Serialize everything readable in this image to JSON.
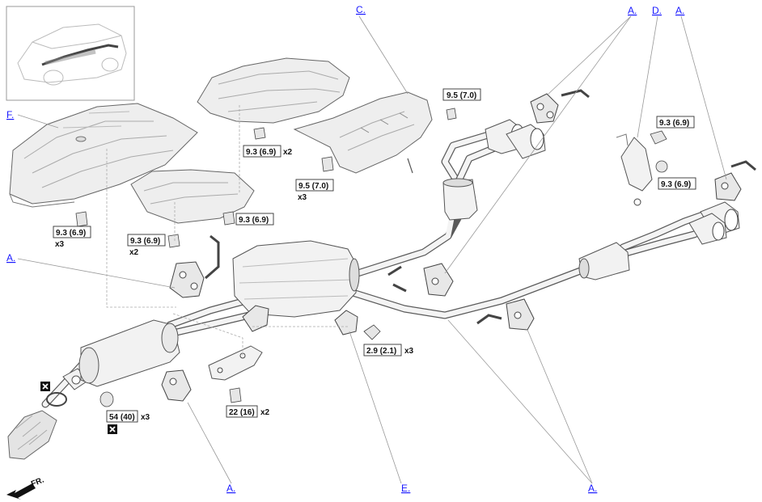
{
  "callouts": {
    "A": "A.",
    "C": "C.",
    "D": "D.",
    "E": "E.",
    "F": "F."
  },
  "torques": {
    "t_9_5a": "9.5 (7.0)",
    "t_9_3_x2_top": "9.3 (6.9)",
    "t_9_5b": "9.5 (7.0)",
    "t_9_3_f": "9.3 (6.9)",
    "t_9_3_mid": "9.3 (6.9)",
    "t_9_3_lower": "9.3 (6.9)",
    "t_9_3_d1": "9.3 (6.9)",
    "t_9_3_d2": "9.3 (6.9)",
    "t_2_9": "2.9 (2.1)",
    "t_54": "54 (40)",
    "t_22": "22 (16)"
  },
  "multipliers": {
    "x2": "x2",
    "x3": "x3"
  },
  "front_indicator": "FR.",
  "colors": {
    "link": "#1a1aff",
    "line": "#555555",
    "fill": "#f2f2f2"
  }
}
